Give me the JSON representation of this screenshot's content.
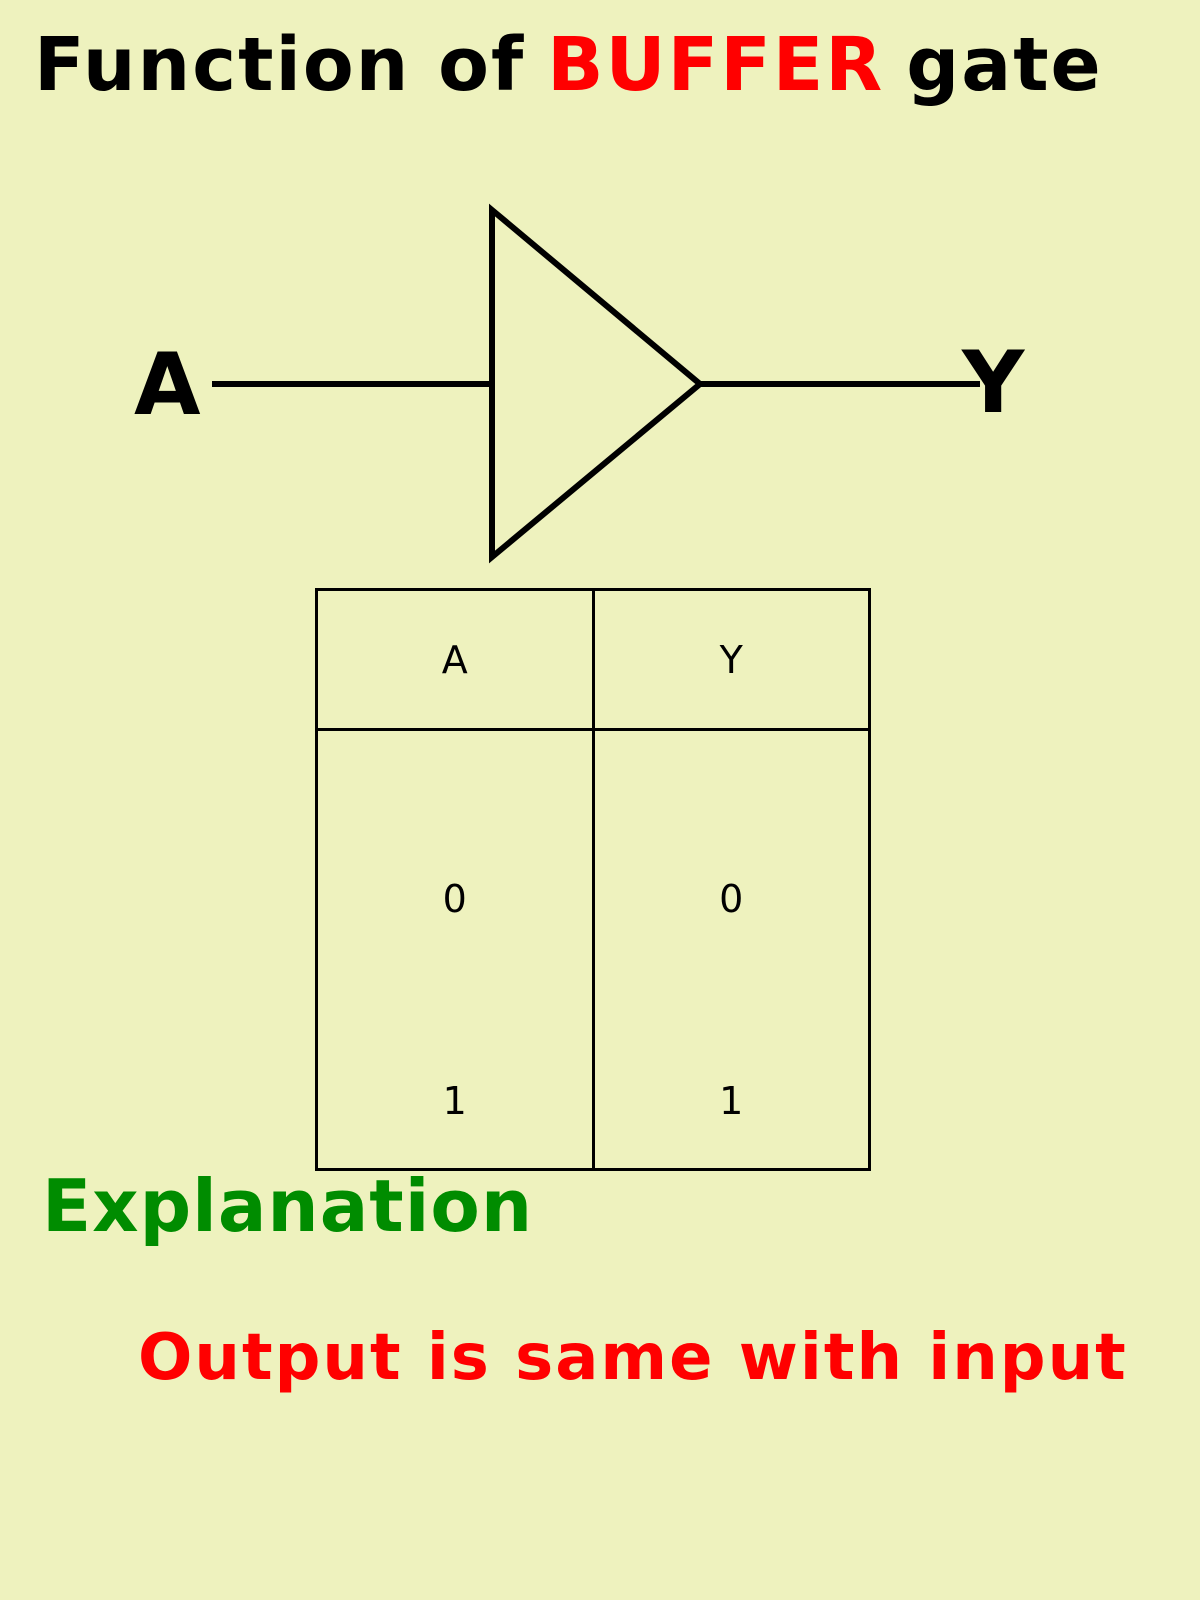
{
  "title": {
    "prefix": "Function of",
    "highlight": "BUFFER",
    "suffix": "gate",
    "highlight_color": "#FF0000"
  },
  "gate_diagram": {
    "symbol": "buffer-triangle",
    "input_label": "A",
    "output_label": "Y"
  },
  "truth_table": {
    "headers": [
      "A",
      "Y"
    ],
    "rows": [
      [
        "0",
        "0"
      ],
      [
        "1",
        "1"
      ]
    ]
  },
  "explanation": {
    "heading": "Explanation",
    "heading_color": "#008C00",
    "text": "Output is same with input",
    "text_color": "#FF0000"
  },
  "colors": {
    "background": "#EEF2BE",
    "line": "#000000"
  }
}
